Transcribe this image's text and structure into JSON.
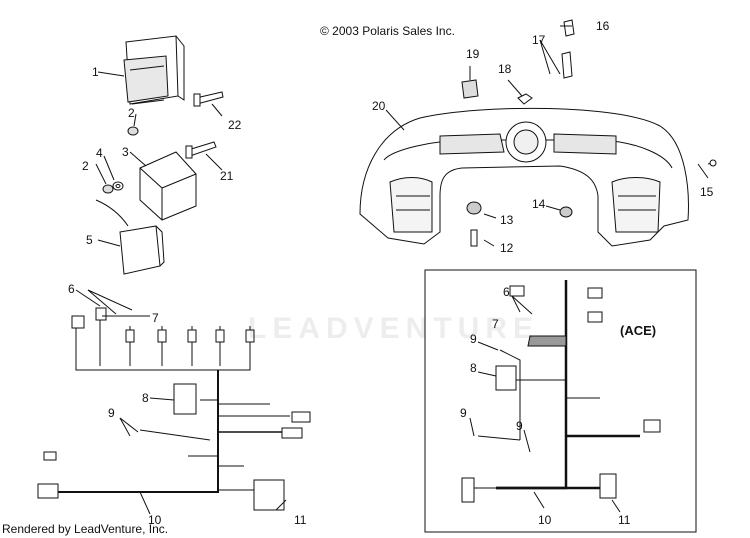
{
  "header": {
    "copyright": "© 2003 Polaris Sales Inc."
  },
  "footer": {
    "rendered_by": "Rendered by LeadVenture, Inc."
  },
  "watermark": {
    "text": "LEADVENTURE"
  },
  "inset": {
    "label": "(ACE)"
  },
  "callouts": {
    "c1": "1",
    "c2a": "2",
    "c2b": "2",
    "c3": "3",
    "c4": "4",
    "c5": "5",
    "c6a": "6",
    "c6b": "6",
    "c7a": "7",
    "c7b": "7",
    "c8a": "8",
    "c8b": "8",
    "c9a": "9",
    "c9b": "9",
    "c9c": "9",
    "c9d": "9",
    "c10a": "10",
    "c10b": "10",
    "c11a": "11",
    "c11b": "11",
    "c12": "12",
    "c13": "13",
    "c14": "14",
    "c15": "15",
    "c16": "16",
    "c17": "17",
    "c18": "18",
    "c19": "19",
    "c20": "20",
    "c21": "21",
    "c22": "22"
  },
  "colors": {
    "line": "#111111",
    "background": "#ffffff"
  }
}
